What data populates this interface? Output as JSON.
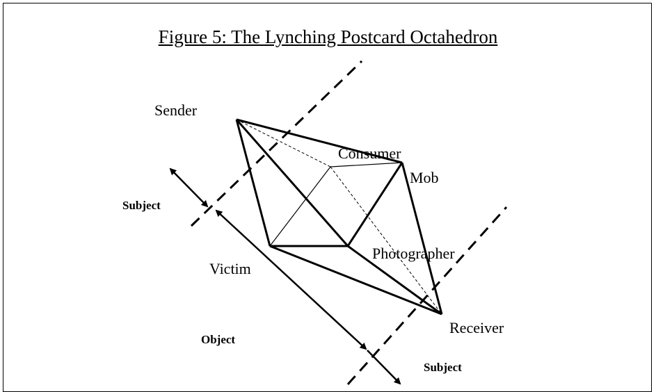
{
  "title": "Figure 5: The Lynching Postcard Octahedron",
  "nodes": {
    "sender": "Sender",
    "consumer": "Consumer",
    "mob": "Mob",
    "victim": "Victim",
    "photographer": "Photographer",
    "receiver": "Receiver"
  },
  "axis_labels": {
    "subject_left": "Subject",
    "object": "Object",
    "subject_bottom": "Subject"
  }
}
